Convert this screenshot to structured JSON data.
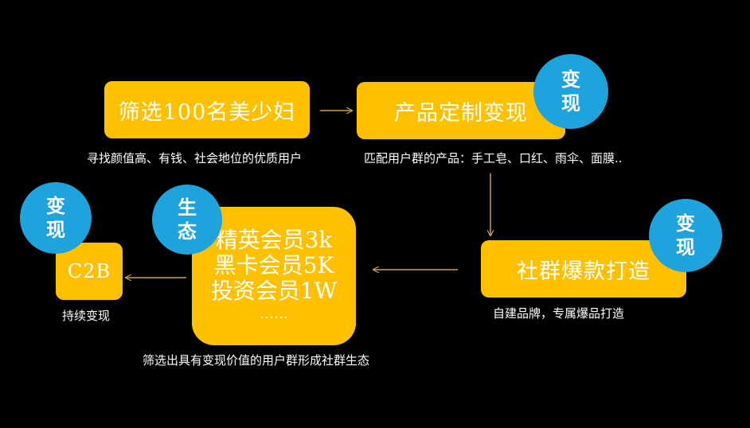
{
  "colors": {
    "background": "#000000",
    "box_fill": "#FFC000",
    "badge_fill": "#1FA3DD",
    "arrow": "#C8A24A",
    "text": "#FFFFFF"
  },
  "nodes": {
    "select_100": {
      "label": "筛选100名美少妇",
      "caption": "寻找颜值高、有钱、社会地位的优质用户"
    },
    "product_custom": {
      "label": "产品定制变现",
      "caption": "匹配用户群的产品：手工皂、口红、雨伞、面膜..",
      "badge": [
        "变",
        "现"
      ]
    },
    "community_hit": {
      "label": "社群爆款打造",
      "caption": "自建品牌，专属爆品打造",
      "badge": [
        "变",
        "现"
      ]
    },
    "membership": {
      "lines": [
        "精英会员3k",
        "黑卡会员5K",
        "投资会员1W",
        "……"
      ],
      "caption": "筛选出具有变现价值的用户群形成社群生态",
      "badge": [
        "生",
        "态"
      ]
    },
    "c2b": {
      "label": "C2B",
      "caption": "持续变现",
      "badge": [
        "变",
        "现"
      ]
    }
  }
}
